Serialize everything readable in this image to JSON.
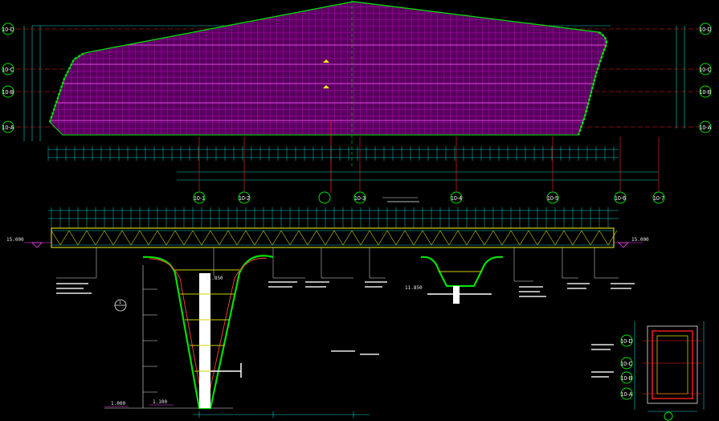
{
  "drawing": {
    "colors": {
      "background": "#000000",
      "roof_grid": "#c000c0",
      "roof_outline": "#00e000",
      "dimension": "#00d0d0",
      "axis": "#ff2020",
      "truss": "#d0d000",
      "column": "#ffffff",
      "annotation": "#e8e8e8"
    },
    "plan_axes_x": [
      {
        "label": "10-1"
      },
      {
        "label": "10-2"
      },
      {
        "label": "10-3"
      },
      {
        "label": "10-4"
      },
      {
        "label": "10-5"
      },
      {
        "label": "10-6"
      },
      {
        "label": "10-7"
      }
    ],
    "plan_axes_y_left": [
      {
        "label": "10-D"
      },
      {
        "label": "10-C"
      },
      {
        "label": "10-B"
      },
      {
        "label": "10-A"
      }
    ],
    "plan_axes_y_right": [
      {
        "label": "10-D"
      },
      {
        "label": "10-C"
      },
      {
        "label": "10-B"
      },
      {
        "label": "10-A"
      }
    ],
    "detail_axes": [
      {
        "label": "10-D"
      },
      {
        "label": "10-C"
      },
      {
        "label": "10-B"
      },
      {
        "label": "10-A"
      }
    ],
    "elevation_labels": {
      "left_level": "15.000",
      "right_level": "15.000",
      "bottom_level_left": "1.000",
      "bottom_level_mid": "1.100",
      "col1_level": "11.850",
      "col2_level": "11.850"
    },
    "section_marker": "1"
  }
}
